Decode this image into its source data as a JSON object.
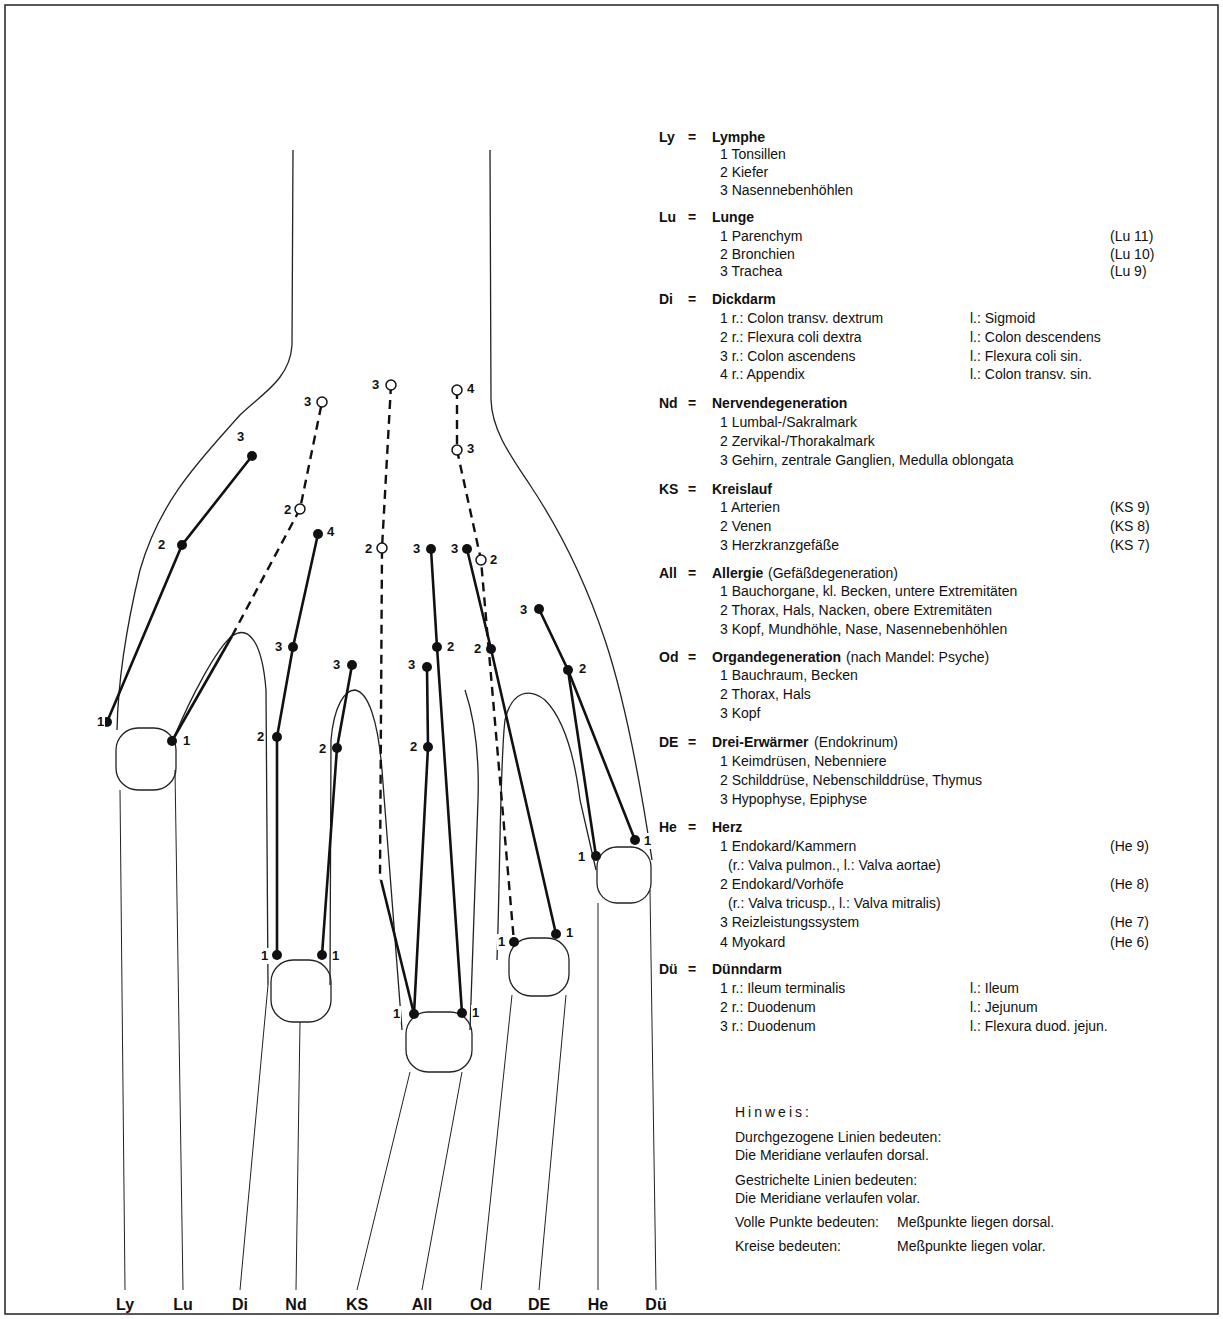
{
  "diagram": {
    "labels": [
      "3",
      "2",
      "1",
      "1",
      "3",
      "2",
      "4",
      "3",
      "2",
      "3",
      "2",
      "1",
      "1",
      "3",
      "2",
      "3",
      "3",
      "2",
      "4",
      "3",
      "3",
      "2",
      "2",
      "2",
      "3",
      "2",
      "1",
      "1",
      "1",
      "1",
      "1",
      "1",
      "Ly",
      "Lu",
      "Di",
      "Nd",
      "KS",
      "All",
      "Od",
      "DE",
      "He",
      "Dü",
      "Ly",
      "=",
      "Lymphe",
      "1 Tonsillen",
      "2 Kiefer",
      "3 Nasennebenhöhlen",
      "Lu",
      "=",
      "Lunge",
      "1 Parenchym",
      "(Lu 11)",
      "2 Bronchien",
      "(Lu 10)",
      "3 Trachea",
      "(Lu 9)",
      "Di",
      "=",
      "Dickdarm",
      "1 r.: Colon transv. dextrum",
      "l.: Sigmoid",
      "2 r.: Flexura coli dextra",
      "l.: Colon descendens",
      "3 r.: Colon ascendens",
      "l.: Flexura coli sin.",
      "4 r.: Appendix",
      "l.: Colon transv. sin.",
      "Nd",
      "=",
      "Nervendegeneration",
      "1 Lumbal-/Sakralmark",
      "2 Zervikal-/Thorakalmark",
      "3 Gehirn, zentrale Ganglien, Medulla oblongata",
      "KS",
      "=",
      "Kreislauf",
      "1 Arterien",
      "(KS 9)",
      "2 Venen",
      "(KS 8)",
      "3 Herzkranzgefäße",
      "(KS 7)",
      "All",
      "=",
      "Allergie",
      "(Gefäßdegeneration)",
      "1 Bauchorgane, kl. Becken, untere Extremitäten",
      "2 Thorax, Hals, Nacken, obere Extremitäten",
      "3 Kopf, Mundhöhle, Nase, Nasennebenhöhlen",
      "Od",
      "=",
      "Organdegeneration",
      "(nach Mandel: Psyche)",
      "1 Bauchraum, Becken",
      "2 Thorax, Hals",
      "3 Kopf",
      "DE",
      "=",
      "Drei-Erwärmer",
      "(Endokrinum)",
      "1 Keimdrüsen, Nebenniere",
      "2 Schilddrüse, Nebenschilddrüse, Thymus",
      "3 Hypophyse, Epiphyse",
      "He",
      "=",
      "Herz",
      "1 Endokard/Kammern",
      "(He 9)",
      "(r.: Valva pulmon., l.: Valva aortae)",
      "2 Endokard/Vorhöfe",
      "(He 8)",
      "(r.: Valva tricusp., l.: Valva mitralis)",
      "3 Reizleistungssystem",
      "(He 7)",
      "4 Myokard",
      "(He 6)",
      "Dü",
      "=",
      "Dünndarm",
      "1 r.: Ileum terminalis",
      "l.: Ileum",
      "2 r.: Duodenum",
      "l.: Jejunum",
      "3 r.: Duodenum",
      "l.: Flexura duod. jejun.",
      "Hinweis:",
      "Durchgezogene Linien bedeuten:",
      "Die Meridiane verlaufen dorsal.",
      "Gestrichelte Linien bedeuten:",
      "Die Meridiane verlaufen volar.",
      "Volle Punkte bedeuten:",
      "Meßpunkte liegen dorsal.",
      "Kreise bedeuten:",
      "Meßpunkte liegen volar."
    ]
  }
}
